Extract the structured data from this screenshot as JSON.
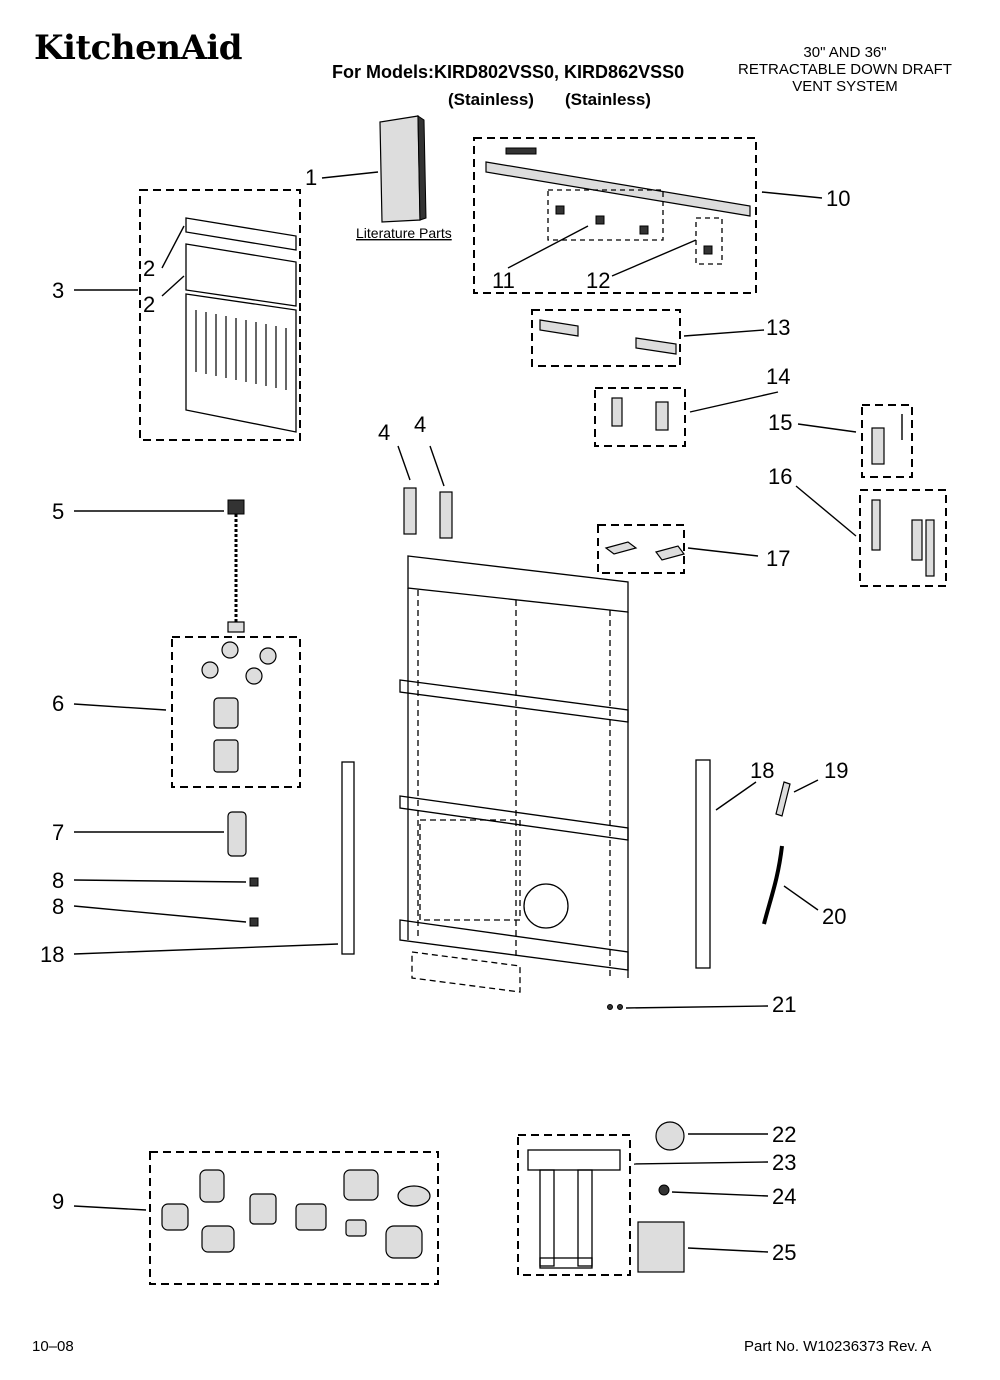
{
  "header": {
    "brand": "KitchenAid",
    "models_line": "For Models:KIRD802VSS0, KIRD862VSS0",
    "finish_1": "(Stainless)",
    "finish_2": "(Stainless)",
    "title_line_1": "30\" AND 36\"",
    "title_line_2": "RETRACTABLE DOWN DRAFT",
    "title_line_3": "VENT SYSTEM"
  },
  "literature_label": "Literature Parts",
  "callouts": [
    "1",
    "2",
    "2",
    "3",
    "4",
    "4",
    "5",
    "6",
    "7",
    "8",
    "8",
    "9",
    "10",
    "11",
    "12",
    "13",
    "14",
    "15",
    "16",
    "17",
    "18",
    "18",
    "19",
    "20",
    "21",
    "22",
    "23",
    "24",
    "25"
  ],
  "footer": {
    "date": "10–08",
    "part_number": "Part No. W10236373 Rev. A"
  }
}
